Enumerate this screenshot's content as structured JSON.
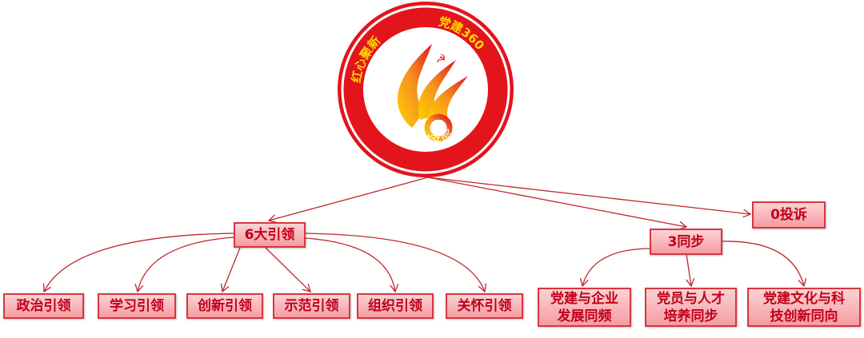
{
  "logo": {
    "top_left_text": "红心聚新",
    "top_right_text": "党建360",
    "bottom_text": "研发党支部",
    "colors": {
      "ring": "#e3141c",
      "text": "#ffd800",
      "flame_light": "#ffd200",
      "flame_dark": "#e3141c"
    }
  },
  "nodes": {
    "six": "6大引领",
    "three": "3同步",
    "zero": "0投诉",
    "six_children": [
      "政治引领",
      "学习引领",
      "创新引领",
      "示范引领",
      "组织引领",
      "关怀引领"
    ],
    "three_children": [
      [
        "党建与企业",
        "发展同频"
      ],
      [
        "党员与人才",
        "培养同步"
      ],
      [
        "党建文化与科",
        "技创新同向"
      ]
    ]
  },
  "colors": {
    "border": "#d9363e",
    "text": "#c0001a",
    "line": "#c0262e"
  }
}
